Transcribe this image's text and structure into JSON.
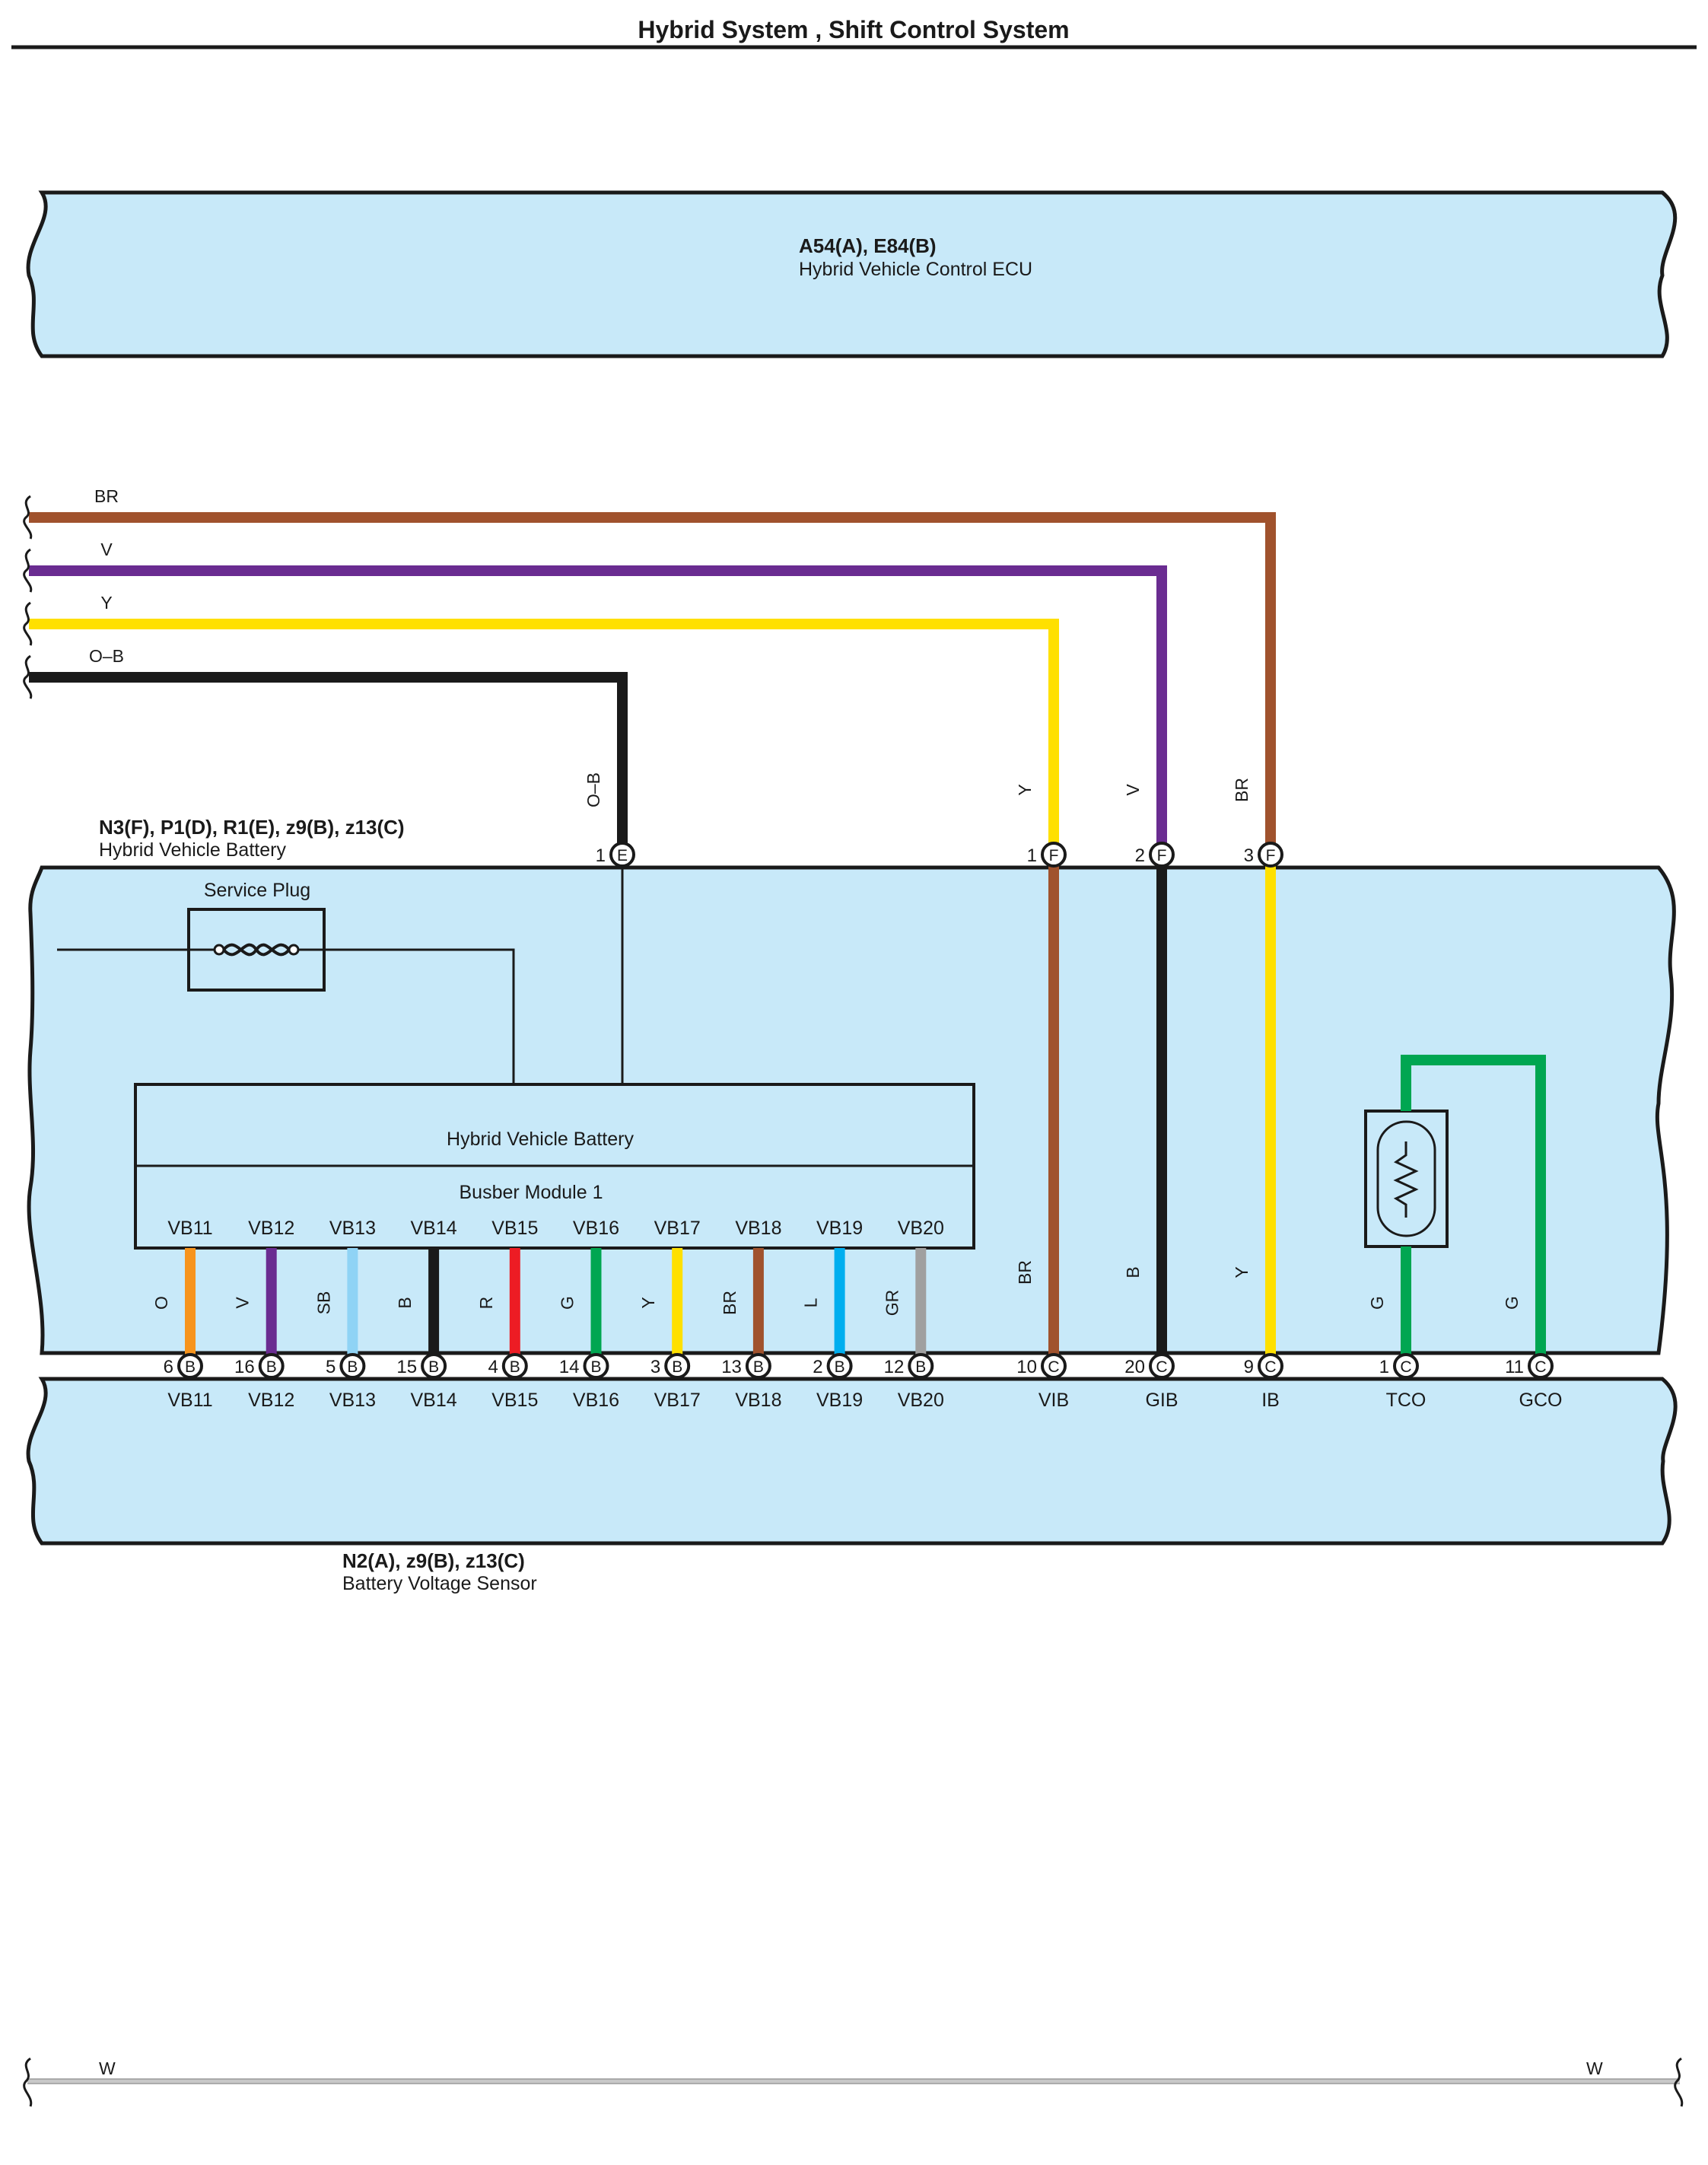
{
  "header": {
    "title": "Hybrid System , Shift Control System"
  },
  "colors": {
    "panel": "#c8e9f9",
    "BR": "#a0522d",
    "V": "#6a2c91",
    "Y": "#ffe000",
    "O": "#f7941d",
    "B": "#1a1a1a",
    "SB": "#8fd3f5",
    "R": "#ed1c24",
    "G": "#00a651",
    "L": "#00aeef",
    "GR": "#a0a0a0",
    "W": "#c8c8c8"
  },
  "ecu": {
    "code": "A54(A), E84(B)",
    "name": "Hybrid Vehicle Control ECU"
  },
  "battery": {
    "code": "N3(F), P1(D), R1(E), z9(B), z13(C)",
    "name": "Hybrid Vehicle Battery",
    "service_plug": "Service Plug",
    "inner_name": "Hybrid Vehicle Battery",
    "busbar": "Busber Module 1"
  },
  "sensor": {
    "code": "N2(A), z9(B), z13(C)",
    "name": "Battery Voltage Sensor"
  },
  "top_wires": [
    {
      "color": "BR",
      "label": "BR"
    },
    {
      "color": "V",
      "label": "V"
    },
    {
      "color": "Y",
      "label": "Y"
    },
    {
      "color": "O-B",
      "label": "O–B"
    }
  ],
  "top_connectors": [
    {
      "num": "1",
      "letter": "E",
      "wire_label": "O–B"
    },
    {
      "num": "1",
      "letter": "F",
      "wire_label": "Y"
    },
    {
      "num": "2",
      "letter": "F",
      "wire_label": "V"
    },
    {
      "num": "3",
      "letter": "F",
      "wire_label": "BR"
    }
  ],
  "busbar_terminals": [
    {
      "name": "VB11",
      "wire": "O",
      "num": "6",
      "letter": "B",
      "sensor_name": "VB11"
    },
    {
      "name": "VB12",
      "wire": "V",
      "num": "16",
      "letter": "B",
      "sensor_name": "VB12"
    },
    {
      "name": "VB13",
      "wire": "SB",
      "num": "5",
      "letter": "B",
      "sensor_name": "VB13"
    },
    {
      "name": "VB14",
      "wire": "B",
      "num": "15",
      "letter": "B",
      "sensor_name": "VB14"
    },
    {
      "name": "VB15",
      "wire": "R",
      "num": "4",
      "letter": "B",
      "sensor_name": "VB15"
    },
    {
      "name": "VB16",
      "wire": "G",
      "num": "14",
      "letter": "B",
      "sensor_name": "VB16"
    },
    {
      "name": "VB17",
      "wire": "Y",
      "num": "3",
      "letter": "B",
      "sensor_name": "VB17"
    },
    {
      "name": "VB18",
      "wire": "BR",
      "num": "13",
      "letter": "B",
      "sensor_name": "VB18"
    },
    {
      "name": "VB19",
      "wire": "L",
      "num": "2",
      "letter": "B",
      "sensor_name": "VB19"
    },
    {
      "name": "VB20",
      "wire": "GR",
      "num": "12",
      "letter": "B",
      "sensor_name": "VB20"
    }
  ],
  "sensor_terminals": [
    {
      "wire": "BR",
      "num": "10",
      "letter": "C",
      "sensor_name": "VIB"
    },
    {
      "wire": "B",
      "num": "20",
      "letter": "C",
      "sensor_name": "GIB"
    },
    {
      "wire": "Y",
      "num": "9",
      "letter": "C",
      "sensor_name": "IB"
    },
    {
      "wire": "G",
      "num": "1",
      "letter": "C",
      "sensor_name": "TCO"
    },
    {
      "wire": "G",
      "num": "11",
      "letter": "C",
      "sensor_name": "GCO"
    }
  ],
  "ground": {
    "label_left": "W",
    "label_right": "W"
  }
}
